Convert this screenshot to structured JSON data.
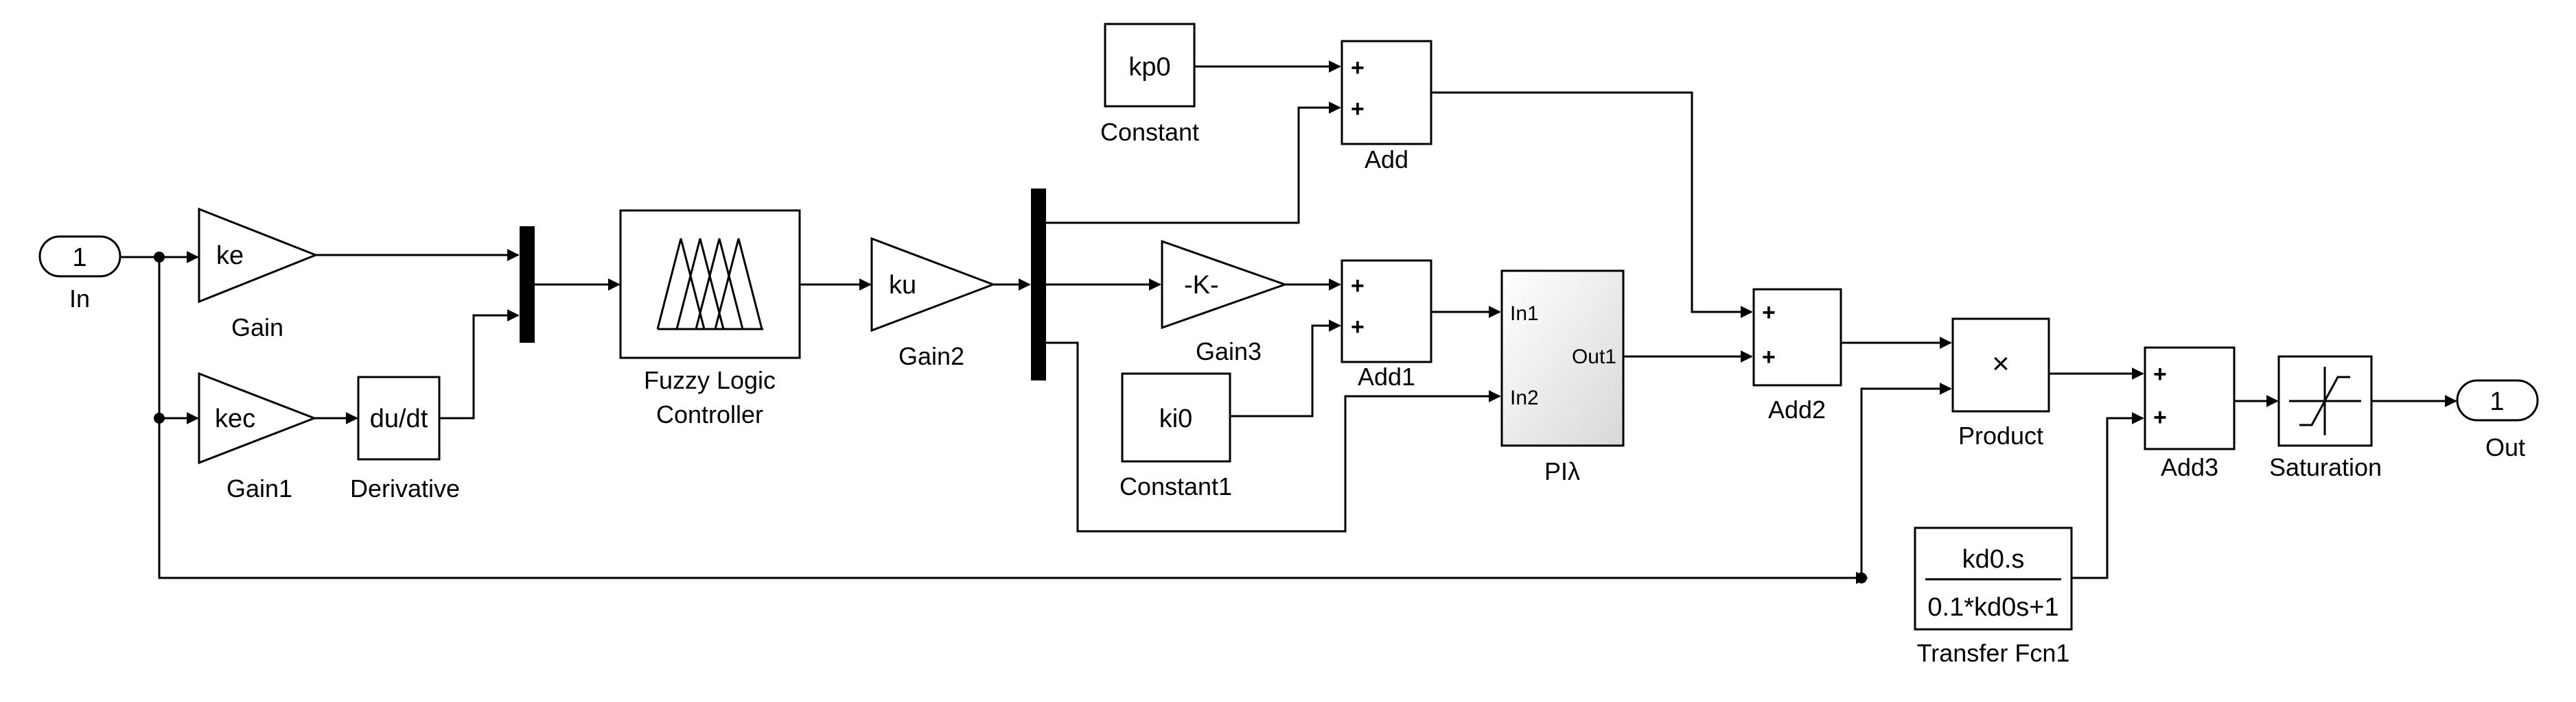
{
  "blocks": {
    "in_port": {
      "number": "1",
      "label": "In"
    },
    "out_port": {
      "number": "1",
      "label": "Out"
    },
    "gain": {
      "value": "ke",
      "label": "Gain"
    },
    "gain1": {
      "value": "kec",
      "label": "Gain1"
    },
    "derivative": {
      "value": "du/dt",
      "label": "Derivative"
    },
    "fuzzy": {
      "label_line1": "Fuzzy Logic",
      "label_line2": "Controller"
    },
    "gain2": {
      "value": "ku",
      "label": "Gain2"
    },
    "gain3": {
      "value": "-K-",
      "label": "Gain3"
    },
    "constant": {
      "value": "kp0",
      "label": "Constant"
    },
    "constant1": {
      "value": "ki0",
      "label": "Constant1"
    },
    "add": {
      "label": "Add",
      "signs": [
        "+",
        "+"
      ]
    },
    "add1": {
      "label": "Add1",
      "signs": [
        "+",
        "+"
      ]
    },
    "add2": {
      "label": "Add2",
      "signs": [
        "+",
        "+"
      ]
    },
    "add3": {
      "label": "Add3",
      "signs": [
        "+",
        "+"
      ]
    },
    "pi": {
      "label": "PIλ",
      "in1": "In1",
      "in2": "In2",
      "out1": "Out1"
    },
    "product": {
      "symbol": "×",
      "label": "Product"
    },
    "transfer": {
      "numerator": "kd0.s",
      "denominator": "0.1*kd0s+1",
      "label": "Transfer Fcn1"
    },
    "saturation": {
      "label": "Saturation"
    }
  }
}
